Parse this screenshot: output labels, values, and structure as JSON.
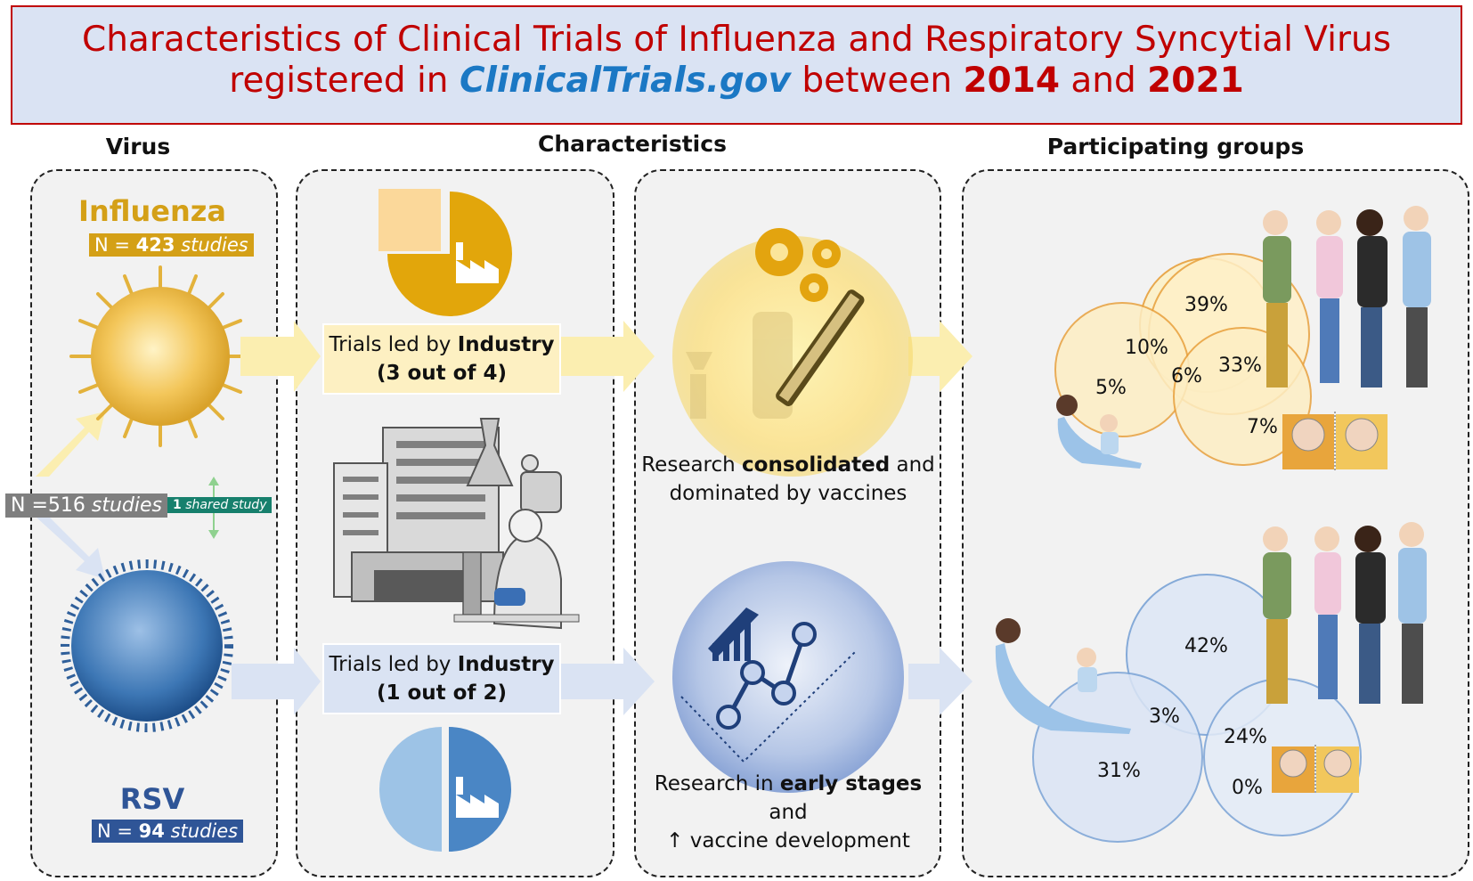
{
  "title": {
    "line1": "Characteristics of Clinical Trials of Influenza and Respiratory Syncytial Virus",
    "line2_pre": "registered in ",
    "line2_site": "ClinicalTrials.gov",
    "line2_mid": " between ",
    "year_start": "2014",
    "line2_and": " and ",
    "year_end": "2021"
  },
  "headings": {
    "virus": "Virus",
    "characteristics": "Characteristics",
    "participating": "Participating groups"
  },
  "total": {
    "prefix": "N =516",
    "suffix": "studies"
  },
  "shared": {
    "count": "1",
    "label": "shared study"
  },
  "influenza": {
    "name": "Influenza",
    "n_prefix": "N = ",
    "n": "423",
    "n_suffix": "studies",
    "trials_line1_pre": "Trials led by ",
    "trials_line1_bold": "Industry",
    "trials_line2": "(3 out of 4)",
    "industry_share": 0.75,
    "research_pre": "Research ",
    "research_bold": "consolidated",
    "research_post": " and",
    "research_line2": "dominated by vaccines",
    "venn": {
      "a": "39%",
      "ab": "10%",
      "abc": "6%",
      "bc": "33%",
      "b": "5%",
      "c": "7%"
    }
  },
  "rsv": {
    "name": "RSV",
    "n_prefix": "N = ",
    "n": "94",
    "n_suffix": "studies",
    "trials_line1_pre": "Trials led by ",
    "trials_line1_bold": "Industry",
    "trials_line2": "(1 out of 2)",
    "industry_share": 0.5,
    "research_pre": "Research in ",
    "research_bold": "early stages",
    "research_post": " and",
    "research_line2": "↑ vaccine development",
    "venn": {
      "a": "42%",
      "ab": "3%",
      "bc": "24%",
      "b": "31%",
      "c": "0%"
    }
  },
  "colors": {
    "title_red": "#c00000",
    "title_blue": "#1b78c4",
    "influenza_gold": "#d4a017",
    "rsv_blue": "#2f5597",
    "badge_gray": "#7f7f7f",
    "badge_teal": "#17806d"
  }
}
